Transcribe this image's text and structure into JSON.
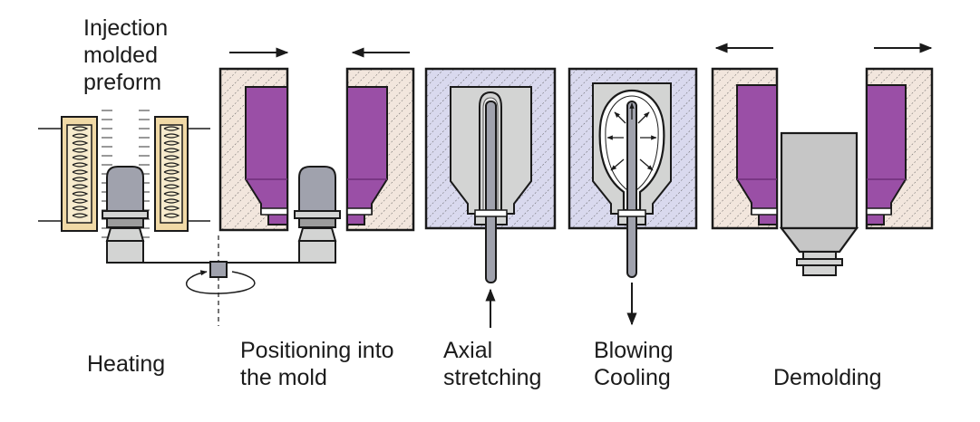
{
  "labels": {
    "preform": [
      "Injection",
      "molded",
      "preform"
    ],
    "heating": "Heating",
    "positioning": [
      "Positioning into",
      "the mold"
    ],
    "axial": [
      "Axial",
      "stretching"
    ],
    "blowing": [
      "Blowing",
      "Cooling"
    ],
    "demolding": "Demolding"
  },
  "colors": {
    "outline": "#1a1a1a",
    "mold_beige": "#f2e6dd",
    "mold_lavender": "#d9d9ee",
    "hatch": "#555555",
    "purple_fill": "#9a4fa6",
    "purple_dark": "#6e2f78",
    "heater_fill": "#f0d9a6",
    "preform_gray": "#a0a2ad",
    "light_gray": "#d3d4d3",
    "mid_gray": "#9c9c9c",
    "bottle_gray": "#c6c6c6"
  }
}
